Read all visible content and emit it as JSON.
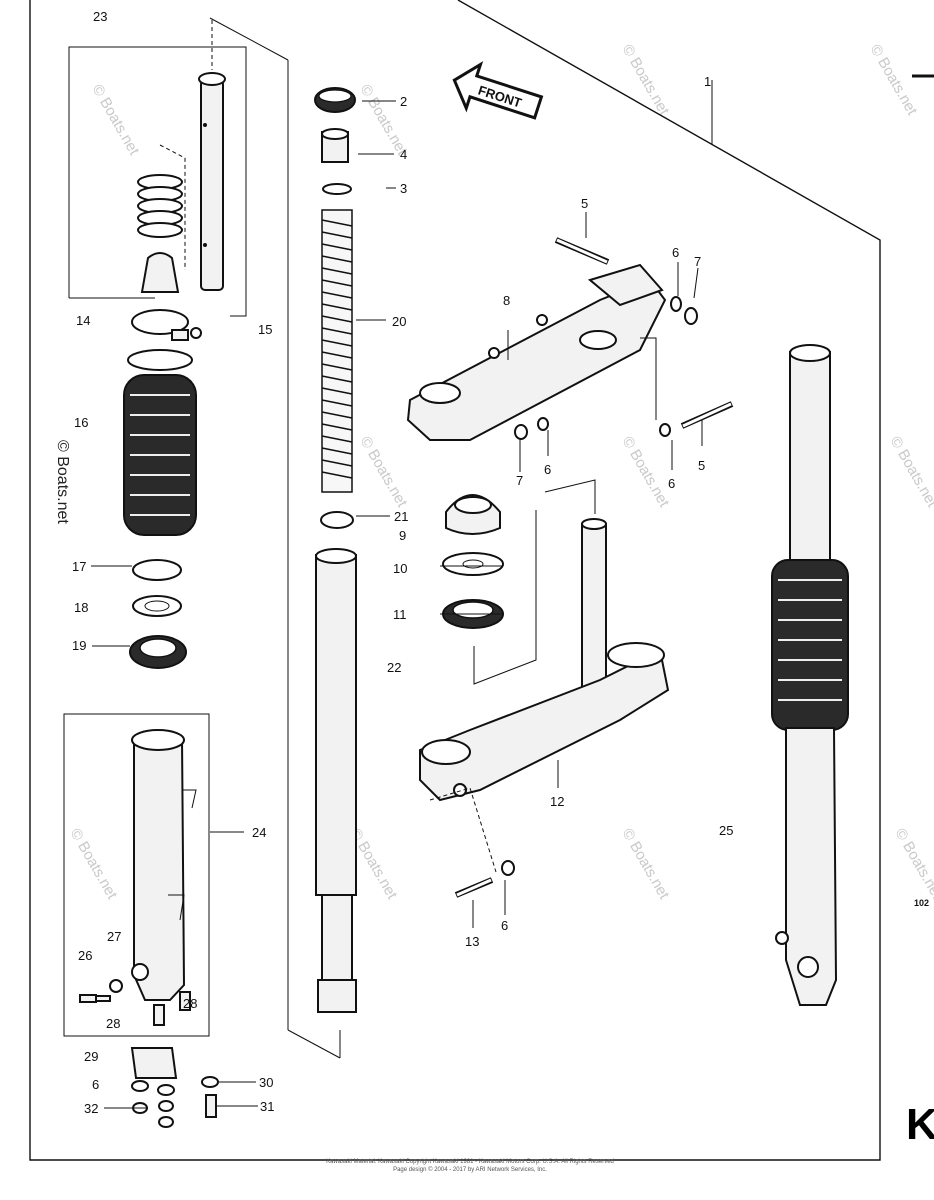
{
  "diagram": {
    "direction_label": "FRONT",
    "callouts": [
      {
        "id": "c1",
        "text": "1"
      },
      {
        "id": "c2",
        "text": "2"
      },
      {
        "id": "c3",
        "text": "3"
      },
      {
        "id": "c4",
        "text": "4"
      },
      {
        "id": "c5a",
        "text": "5"
      },
      {
        "id": "c5b",
        "text": "5"
      },
      {
        "id": "c6a",
        "text": "6"
      },
      {
        "id": "c6b",
        "text": "6"
      },
      {
        "id": "c6c",
        "text": "6"
      },
      {
        "id": "c6d",
        "text": "6"
      },
      {
        "id": "c6e",
        "text": "6"
      },
      {
        "id": "c7a",
        "text": "7"
      },
      {
        "id": "c7b",
        "text": "7"
      },
      {
        "id": "c8",
        "text": "8"
      },
      {
        "id": "c9",
        "text": "9"
      },
      {
        "id": "c10",
        "text": "10"
      },
      {
        "id": "c11",
        "text": "11"
      },
      {
        "id": "c12",
        "text": "12"
      },
      {
        "id": "c13",
        "text": "13"
      },
      {
        "id": "c14",
        "text": "14"
      },
      {
        "id": "c15",
        "text": "15"
      },
      {
        "id": "c16",
        "text": "16"
      },
      {
        "id": "c17",
        "text": "17"
      },
      {
        "id": "c18",
        "text": "18"
      },
      {
        "id": "c19",
        "text": "19"
      },
      {
        "id": "c20",
        "text": "20"
      },
      {
        "id": "c21",
        "text": "21"
      },
      {
        "id": "c22",
        "text": "22"
      },
      {
        "id": "c23",
        "text": "23"
      },
      {
        "id": "c24",
        "text": "24"
      },
      {
        "id": "c25",
        "text": "25"
      },
      {
        "id": "c26",
        "text": "26"
      },
      {
        "id": "c27",
        "text": "27"
      },
      {
        "id": "c28a",
        "text": "28"
      },
      {
        "id": "c28b",
        "text": "28"
      },
      {
        "id": "c29",
        "text": "29"
      },
      {
        "id": "c30",
        "text": "30"
      },
      {
        "id": "c31",
        "text": "31"
      },
      {
        "id": "c32",
        "text": "32"
      }
    ],
    "watermark_text": "© Boats.net"
  },
  "page_id": "102",
  "section_letter": "K",
  "footer": {
    "line1": "Kawasaki Material: Kawasaki Copyright Kawasaki 1981 - Kawasaki Motors Corp. U.S.A. All Rights Reserved",
    "line2": "Page design © 2004 - 2017 by ARI Network Services, Inc."
  }
}
